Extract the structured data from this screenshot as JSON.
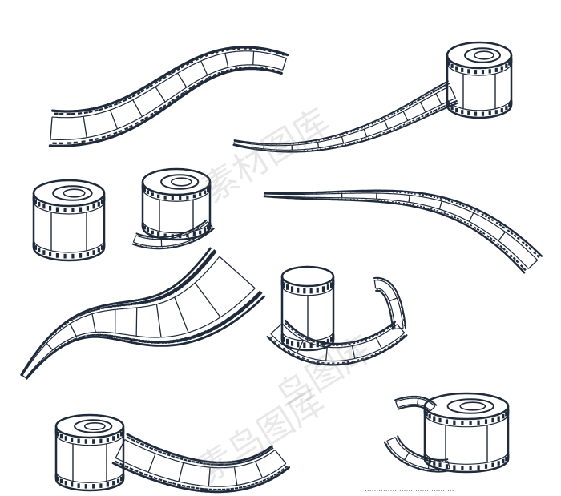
{
  "image": {
    "subject": "film strips",
    "colors": {
      "film": "#1f2a3a",
      "frame": "#ffffff",
      "background": "#ffffff"
    }
  },
  "watermark": {
    "line1": "素材图库",
    "line2": "鸟图库",
    "line3": "素鸟图库"
  },
  "footer": {
    "text": "......................................."
  }
}
